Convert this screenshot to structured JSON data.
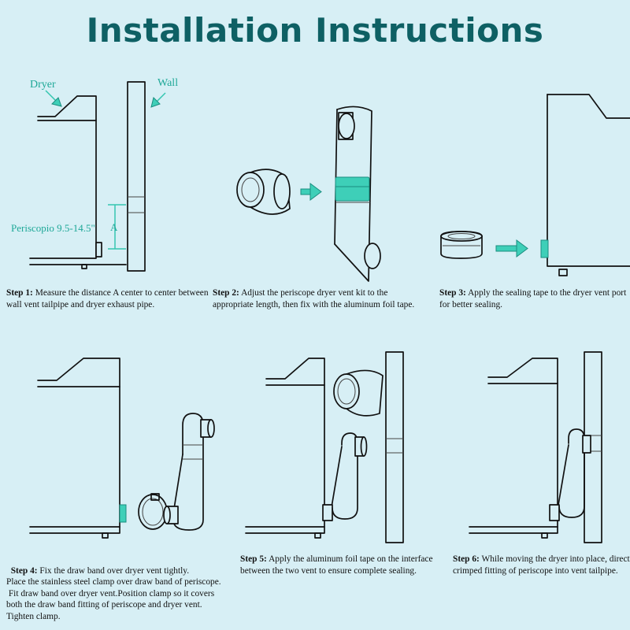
{
  "title": "Installation Instructions",
  "labels": {
    "dryer": "Dryer",
    "wall": "Wall",
    "periscope": "Periscopio 9.5-14.5\"",
    "dimension": "A"
  },
  "colors": {
    "title": "#0e6064",
    "accent": "#3ecfb8",
    "background": "#d7eff5",
    "line": "#111111"
  },
  "steps": [
    {
      "heading": "Step 1:",
      "text": "Measure the distance A center to center between wall vent tailpipe and dryer exhaust pipe."
    },
    {
      "heading": "Step 2:",
      "text": "Adjust the periscope dryer vent kit to the appropriate length, then fix with the aluminum foil tape."
    },
    {
      "heading": "Step 3:",
      "text": "Apply the sealing tape to the dryer vent port for better sealing."
    },
    {
      "heading": "Step 4:",
      "lines": [
        "Fix the draw band over dryer vent tightly.",
        "Place the stainless steel clamp over draw band of periscope.",
        " Fit draw band over dryer vent.Position clamp so it covers",
        "both the draw band fitting of periscope and dryer vent.",
        "Tighten clamp."
      ]
    },
    {
      "heading": "Step 5:",
      "text": "Apply the aluminum foil tape on the interface between the two vent to ensure complete sealing."
    },
    {
      "heading": "Step 6:",
      "text": "While moving the dryer into place, direct crimped fitting of periscope into vent tailpipe."
    }
  ]
}
